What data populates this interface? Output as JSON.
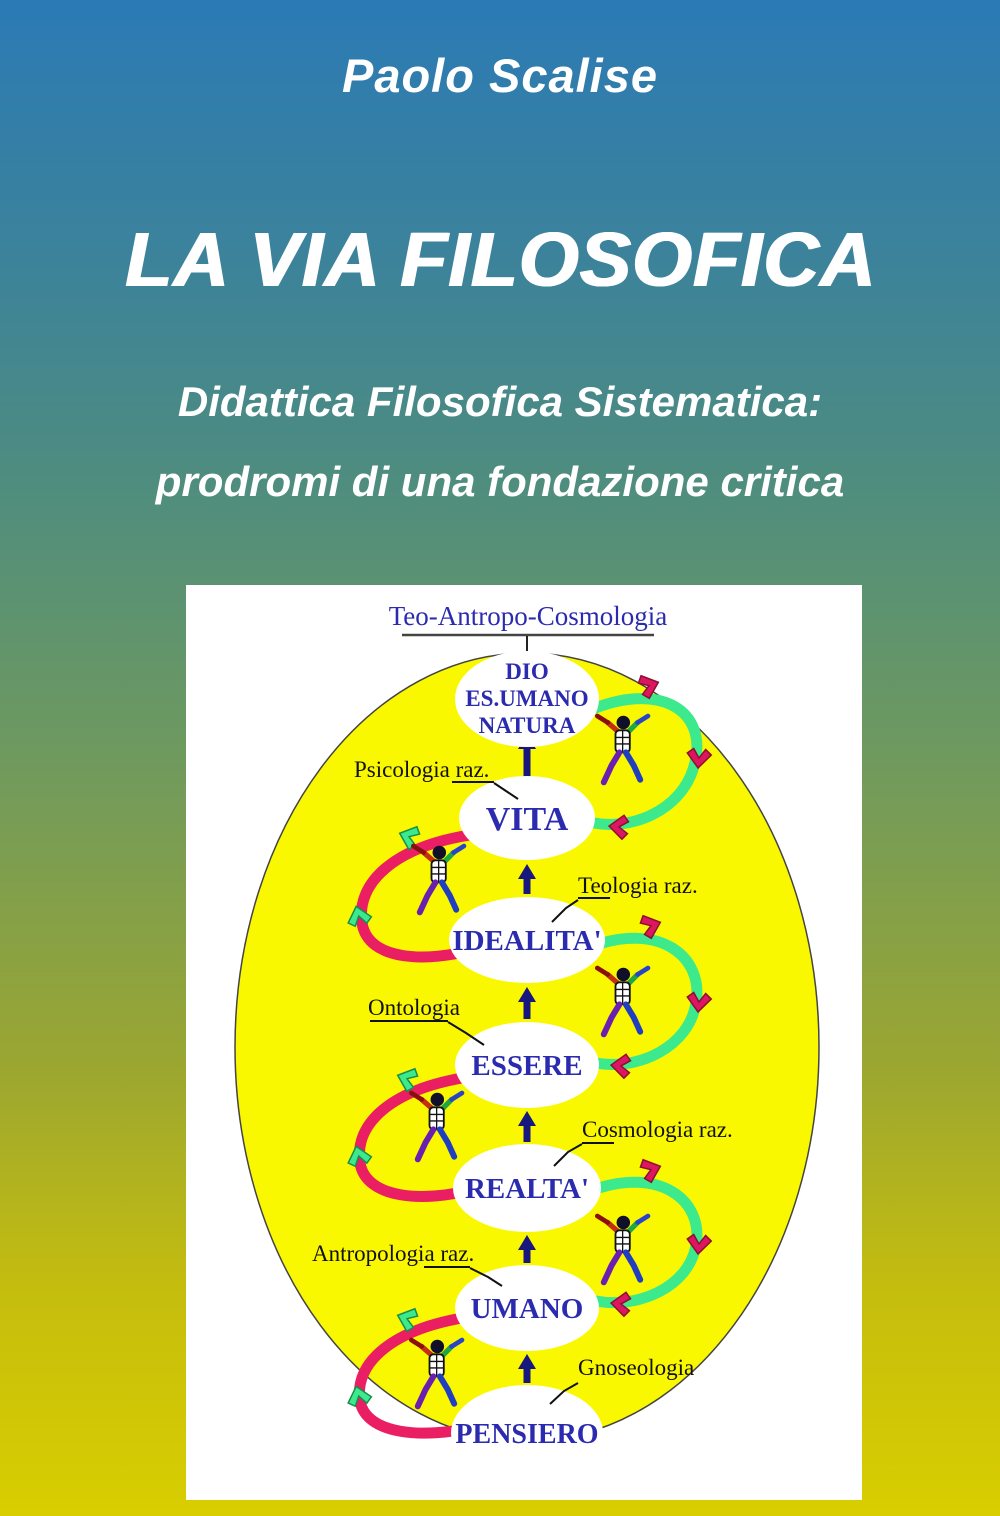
{
  "cover": {
    "author": "Paolo Scalise",
    "title": "LA VIA FILOSOFICA",
    "subtitle_lines": [
      "Didattica Filosofica Sistematica:",
      "prodromi di una fondazione critica"
    ]
  },
  "diagram": {
    "title": "Teo-Antropo-Cosmologia",
    "nodes": [
      {
        "id": "dio",
        "lines": [
          "DIO",
          "ES.UMANO",
          "NATURA"
        ]
      },
      {
        "id": "vita",
        "label": "VITA"
      },
      {
        "id": "idealita",
        "label": "IDEALITA'"
      },
      {
        "id": "essere",
        "label": "ESSERE"
      },
      {
        "id": "realta",
        "label": "REALTA'"
      },
      {
        "id": "umano",
        "label": "UMANO"
      },
      {
        "id": "pensiero",
        "label": "PENSIERO"
      }
    ],
    "side_labels": [
      {
        "label": "Psicologia raz.",
        "side": "left",
        "points_to": "VITA"
      },
      {
        "label": "Teologia raz.",
        "side": "right",
        "points_to": "IDEALITA'"
      },
      {
        "label": "Ontologia",
        "side": "left",
        "points_to": "ESSERE"
      },
      {
        "label": "Cosmologia raz.",
        "side": "right",
        "points_to": "REALTA'"
      },
      {
        "label": "Antropologia raz.",
        "side": "left",
        "points_to": "UMANO"
      },
      {
        "label": "Gnoseologia",
        "side": "right",
        "points_to": "PENSIERO"
      }
    ],
    "colors": {
      "big_ellipse_fill": "#faf800",
      "node_text_blue": "#2b2bb0",
      "up_arrow_blue": "#17177d",
      "ribbon_green": "#3ce98c",
      "ribbon_pink": "#ea1f63",
      "arrowhead_magenta": "#dc1660",
      "arrowhead_green": "#3ce98c",
      "background_top": "#2b7ab5",
      "background_bottom": "#d9ce00"
    }
  }
}
